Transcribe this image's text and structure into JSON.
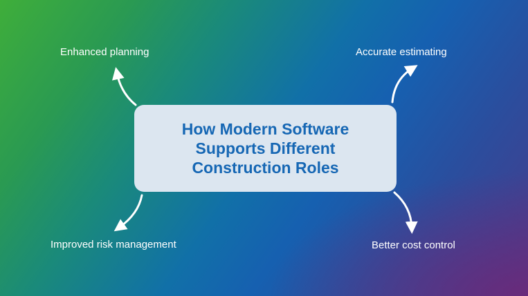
{
  "diagram": {
    "title": "How Modern Software Supports Different Construction Roles",
    "title_lines": [
      "How Modern Software",
      "Supports Different",
      "Construction Roles"
    ],
    "branches": [
      {
        "label": "Enhanced planning",
        "position": "top-left"
      },
      {
        "label": "Accurate estimating",
        "position": "top-right"
      },
      {
        "label": "Improved risk management",
        "position": "bottom-left"
      },
      {
        "label": "Better cost control",
        "position": "bottom-right"
      }
    ],
    "colors": {
      "title_text": "#1667b4",
      "box_fill": "#dce6f0",
      "label_text": "#ffffff",
      "gradient_top_left": "#3fae3a",
      "gradient_top_right": "#1a5fae",
      "gradient_bottom_right": "#6a2a78"
    }
  }
}
